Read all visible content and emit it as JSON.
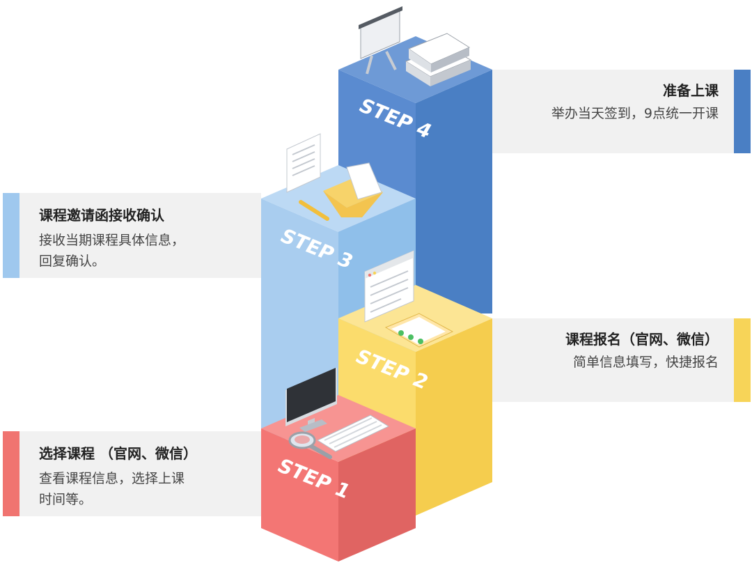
{
  "steps": [
    {
      "label": "STEP 1",
      "title": "选择课程 （官网、微信）",
      "desc_lines": [
        "查看课程信息，选择上课",
        "时间等。"
      ],
      "color": "#f07470"
    },
    {
      "label": "STEP 2",
      "title": "课程报名（官网、微信）",
      "desc_lines": [
        "简单信息填写，快捷报名"
      ],
      "color": "#f7d458"
    },
    {
      "label": "STEP 3",
      "title": "课程邀请函接收确认",
      "desc_lines": [
        "接收当期课程具体信息，",
        "回复确认。"
      ],
      "color": "#9fc8ee"
    },
    {
      "label": "STEP 4",
      "title": "准备上课",
      "desc_lines": [
        "举办当天签到，9点统一开课"
      ],
      "color": "#4f83c9"
    }
  ],
  "icons": [
    "presentation-board-icon",
    "book-stack-icon",
    "document-icon",
    "envelope-letter-icon",
    "pencil-icon",
    "browser-window-icon",
    "checklist-icon",
    "monitor-icon",
    "keyboard-icon",
    "magnifier-icon"
  ]
}
